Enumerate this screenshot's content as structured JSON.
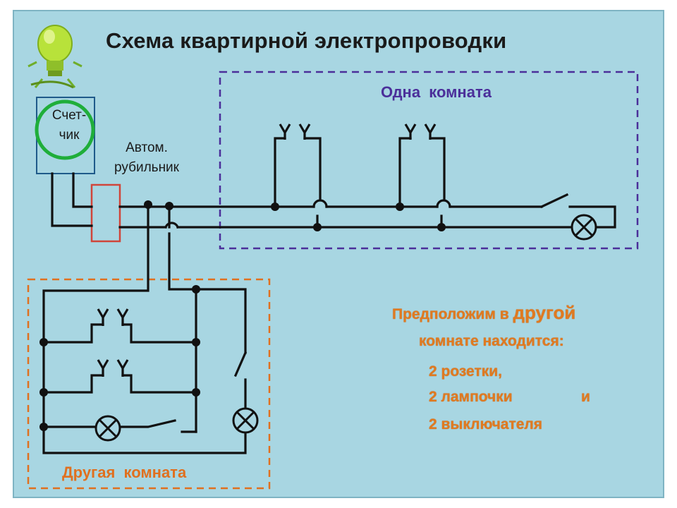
{
  "title": "Схема квартирной электропроводки",
  "room_one": {
    "label": "Одна  комната"
  },
  "room_two": {
    "label": "Другая  комната"
  },
  "meter": {
    "line1": "Счет-",
    "line2": "чик"
  },
  "breaker": {
    "line1": "Автом.",
    "line2": "рубильник"
  },
  "note": {
    "line1_a": "Предположим в ",
    "line1_b": "другой",
    "line2": "комнате находится:",
    "line3": "2 розетки,",
    "line4_a": "2 лампочки",
    "line4_b": "и",
    "line5": "2 выключателя"
  },
  "colors": {
    "background": "#a8d6e2",
    "wire": "#111111",
    "room_one_border": "#4b2f9a",
    "room_two_border": "#e0701f",
    "meter_ring": "#1fae3a",
    "breaker_border": "#d0453a",
    "note_text": "#e07a20"
  },
  "icons": {
    "logo": "lightbulb-icon",
    "socket": "socket-icon",
    "lamp": "lamp-icon",
    "switch": "switch-icon"
  }
}
